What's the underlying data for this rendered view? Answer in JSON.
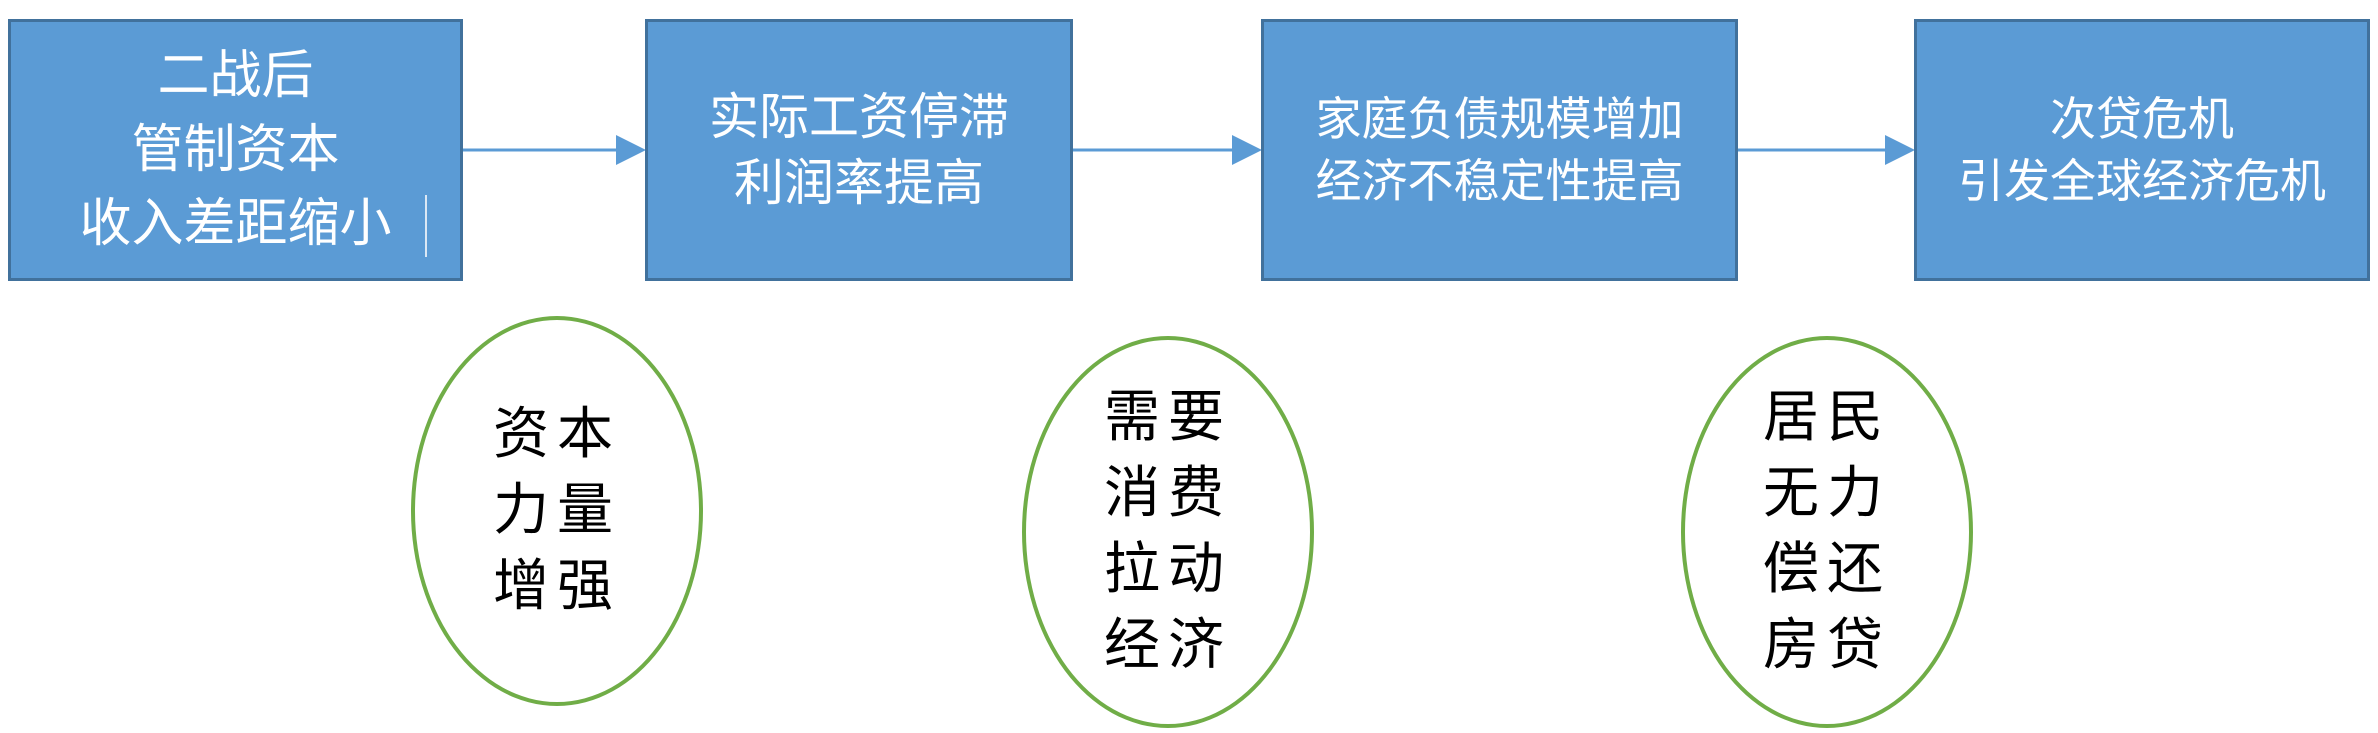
{
  "boxes": [
    {
      "lines": [
        "二战后",
        "管制资本",
        "收入差距缩小"
      ]
    },
    {
      "lines": [
        "实际工资停滞",
        "利润率提高"
      ]
    },
    {
      "lines": [
        "家庭负债规模增加",
        "经济不稳定性提高"
      ]
    },
    {
      "lines": [
        "次贷危机",
        "引发全球经济危机"
      ]
    }
  ],
  "ovals": [
    {
      "lines": [
        "资本",
        "力量",
        "增强"
      ]
    },
    {
      "lines": [
        "需要",
        "消费",
        "拉动",
        "经济"
      ]
    },
    {
      "lines": [
        "居民",
        "无力",
        "偿还",
        "房贷"
      ]
    }
  ],
  "colors": {
    "box_fill": "#5b9bd5",
    "box_border": "#41719c",
    "arrow": "#5b9bd5",
    "oval_border": "#70ad47"
  }
}
